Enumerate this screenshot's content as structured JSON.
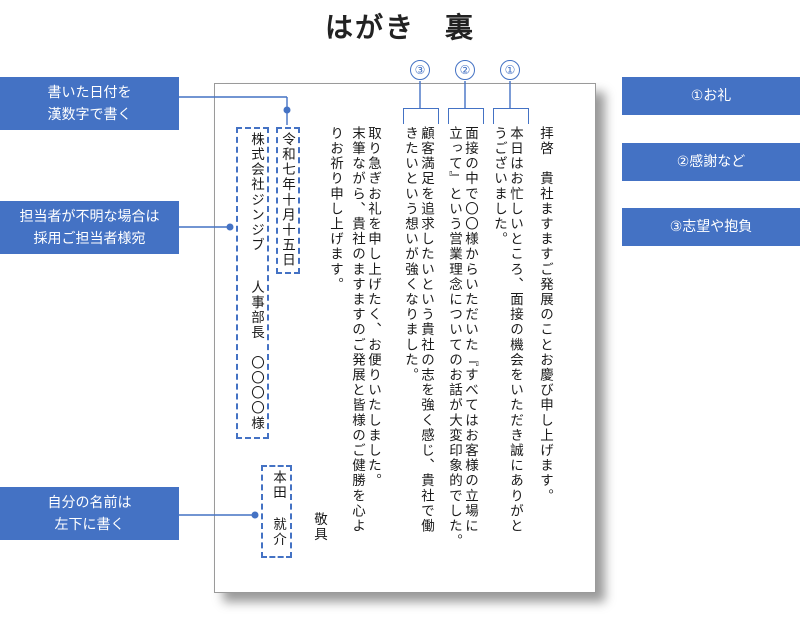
{
  "title": "はがき　裏",
  "card": {
    "greeting": "拝啓　貴社ますますご発展のことお慶び申し上げます。",
    "body_col_1": "本日はお忙しいところ、面接の機会をいただき誠にありがと",
    "body_col_2": "うございました。",
    "body_col_3": "面接の中で〇〇様からいただいた『すべてはお客様の立場に",
    "body_col_4": "立って』という営業理念についてのお話が大変印象的でした。",
    "body_col_5": "顧客満足を追求したいという貴社の志を強く感じ、貴社で働",
    "body_col_6": "きたいという想いが強くなりました。",
    "closing_col_1": "取り急ぎお礼を申し上げたく、お便りいたしました。",
    "closing_col_2": "末筆ながら、貴社のますますのご発展と皆様のご健勝を心よ",
    "closing_col_3": "りお祈り申し上げます。",
    "keigu": "敬具",
    "date": "令和七年十月十五日",
    "recipient_company": "株式会社ジンジブ",
    "recipient_person": "人事部長　〇〇〇〇様",
    "sender_surname": "本田",
    "sender_given": "就介"
  },
  "markers": [
    "③",
    "②",
    "①"
  ],
  "callouts_left": {
    "date_note": "書いた日付を\n漢数字で書く",
    "recipient_note": "担当者が不明な場合は\n採用ご担当者様宛",
    "name_note": "自分の名前は\n左下に書く"
  },
  "callouts_right": {
    "thanks": "①お礼",
    "appreciation": "②感謝など",
    "aspiration": "③志望や抱負"
  },
  "colors": {
    "accent": "#4472c4",
    "text": "#1a1a1a"
  }
}
